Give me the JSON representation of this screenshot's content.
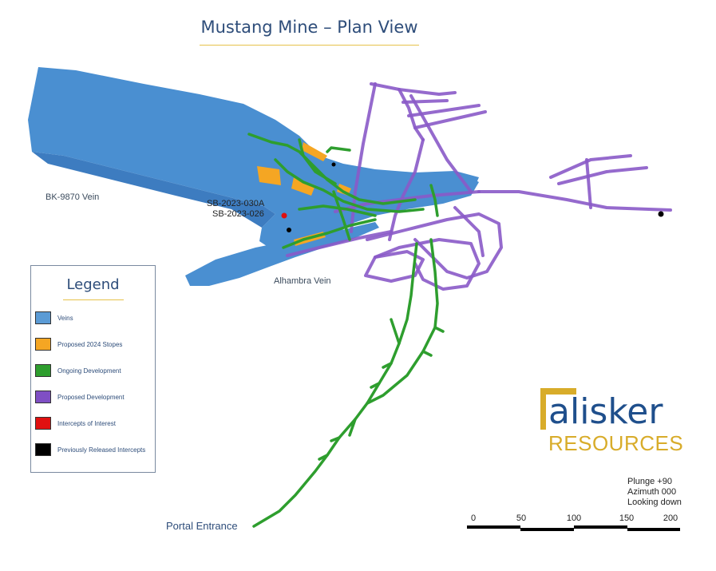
{
  "map": {
    "title": "Mustang Mine – Plan View",
    "labels": {
      "bk_vein": "BK-9870 Vein",
      "alhambra_vein": "Alhambra Vein",
      "hole_1": "SB-2023-030A",
      "hole_2": "SB-2023-026",
      "portal": "Portal Entrance"
    }
  },
  "legend": {
    "title": "Legend",
    "items": [
      {
        "label": "Veins",
        "color": "#5b9bd5"
      },
      {
        "label": "Proposed 2024 Stopes",
        "color": "#f5a623"
      },
      {
        "label": "Ongoing Development",
        "color": "#2e9e2e"
      },
      {
        "label": "Proposed Development",
        "color": "#7f4fc4"
      },
      {
        "label": "Intercepts of Interest",
        "color": "#e01010"
      },
      {
        "label": "Previously Released Intercepts",
        "color": "#000000"
      }
    ]
  },
  "logo": {
    "word": "alisker",
    "sub": "RESOURCES"
  },
  "orientation": {
    "plunge": "Plunge +90",
    "azimuth": "Azimuth 000",
    "looking": "Looking down"
  },
  "scale_bar": {
    "ticks": [
      "0",
      "50",
      "100",
      "150",
      "200"
    ]
  },
  "colors": {
    "vein": "#4a8fd1",
    "vein_dark": "#3d7cc0",
    "stope": "#f5a623",
    "ongoing": "#2e9e2e",
    "proposed": "#8a5ac8",
    "intercept": "#e01010",
    "released": "#000000",
    "brand_blue": "#1f4f8c",
    "brand_gold": "#d8ac2a"
  }
}
